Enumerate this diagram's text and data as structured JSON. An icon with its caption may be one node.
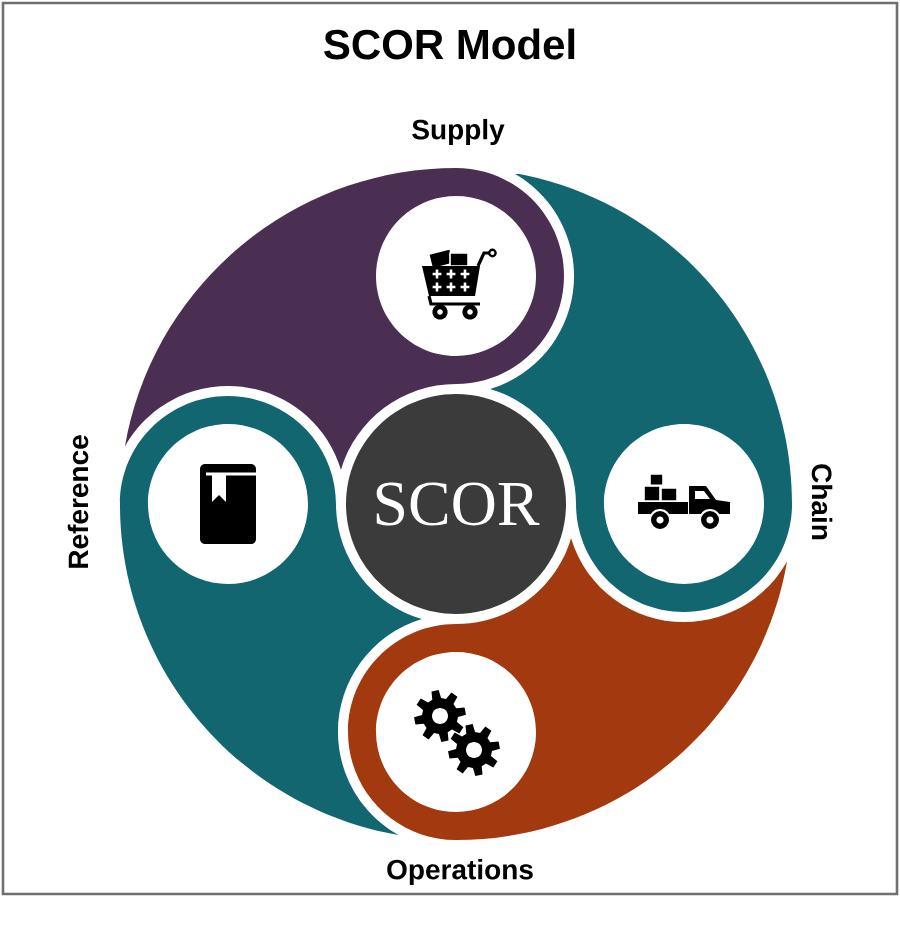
{
  "diagram": {
    "title": "SCOR Model",
    "nodes": [
      {
        "text": [
          "Supply"
        ]
      },
      {
        "text": [
          "Reference"
        ]
      },
      {
        "text": [
          "SCOR"
        ]
      },
      {
        "text": [
          "Chain"
        ]
      },
      {
        "text": [
          "Operations"
        ]
      }
    ]
  }
}
